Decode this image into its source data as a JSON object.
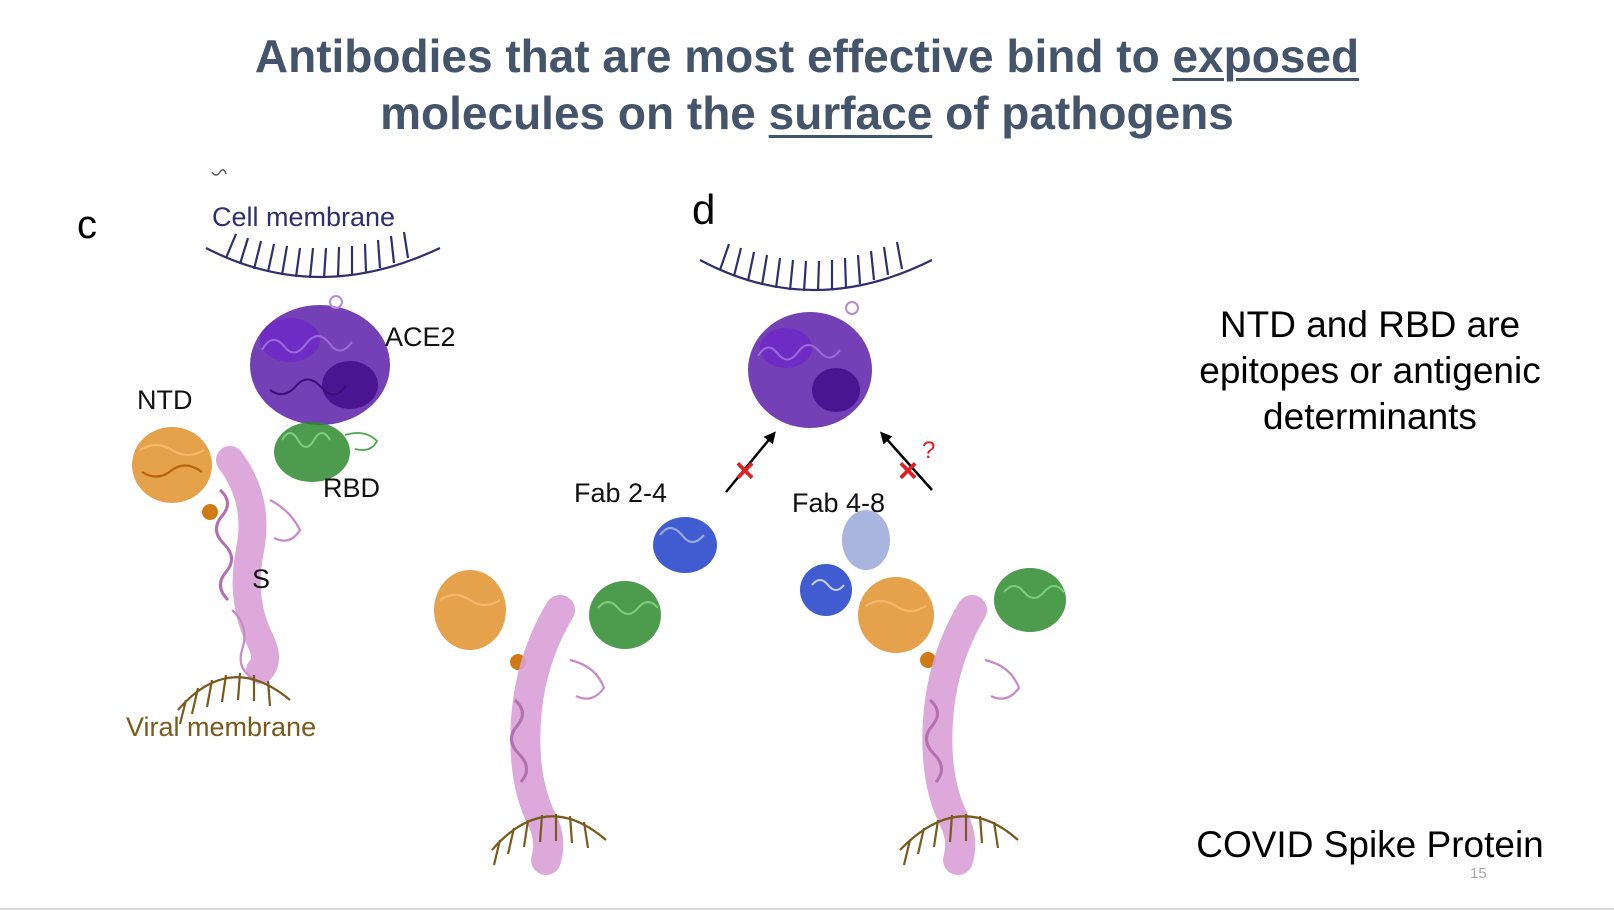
{
  "slide": {
    "title": {
      "line1_before": "Antibodies that are most effective bind to ",
      "line1_underlined": "exposed",
      "line2_before": "molecules on the ",
      "line2_underlined": "surface",
      "line2_after": " of pathogens"
    },
    "side_text": {
      "line1": "NTD and RBD are",
      "line2": "epitopes or antigenic",
      "line3": "determinants"
    },
    "caption": "COVID Spike Protein",
    "slide_number": "15"
  },
  "figure": {
    "panel_c": {
      "panel_label": "c",
      "cell_membrane_label": "Cell membrane",
      "ace2_label": "ACE2",
      "ntd_label": "NTD",
      "rbd_label": "RBD",
      "s_label": "S",
      "viral_membrane_label": "Viral membrane"
    },
    "panel_d": {
      "panel_label": "d",
      "fab_left_label": "Fab 2-4",
      "fab_right_label": "Fab 4-8",
      "blocked_mark_left": "×",
      "blocked_mark_right": "×",
      "question_mark": "?"
    },
    "colors": {
      "ace2": "#5b1fa8",
      "rbd": "#2e8b2e",
      "ntd": "#e08a1e",
      "spike": "#d9a0d6",
      "fab_light": "#9aa8d8",
      "fab_dark": "#1f3fc8",
      "cell_membrane": "#2f2f6e",
      "viral_membrane": "#7a5a1c",
      "block_mark": "#e02020"
    },
    "icons": {
      "arrow_left": "arrow-up-right-icon",
      "arrow_right": "arrow-up-left-icon"
    }
  }
}
